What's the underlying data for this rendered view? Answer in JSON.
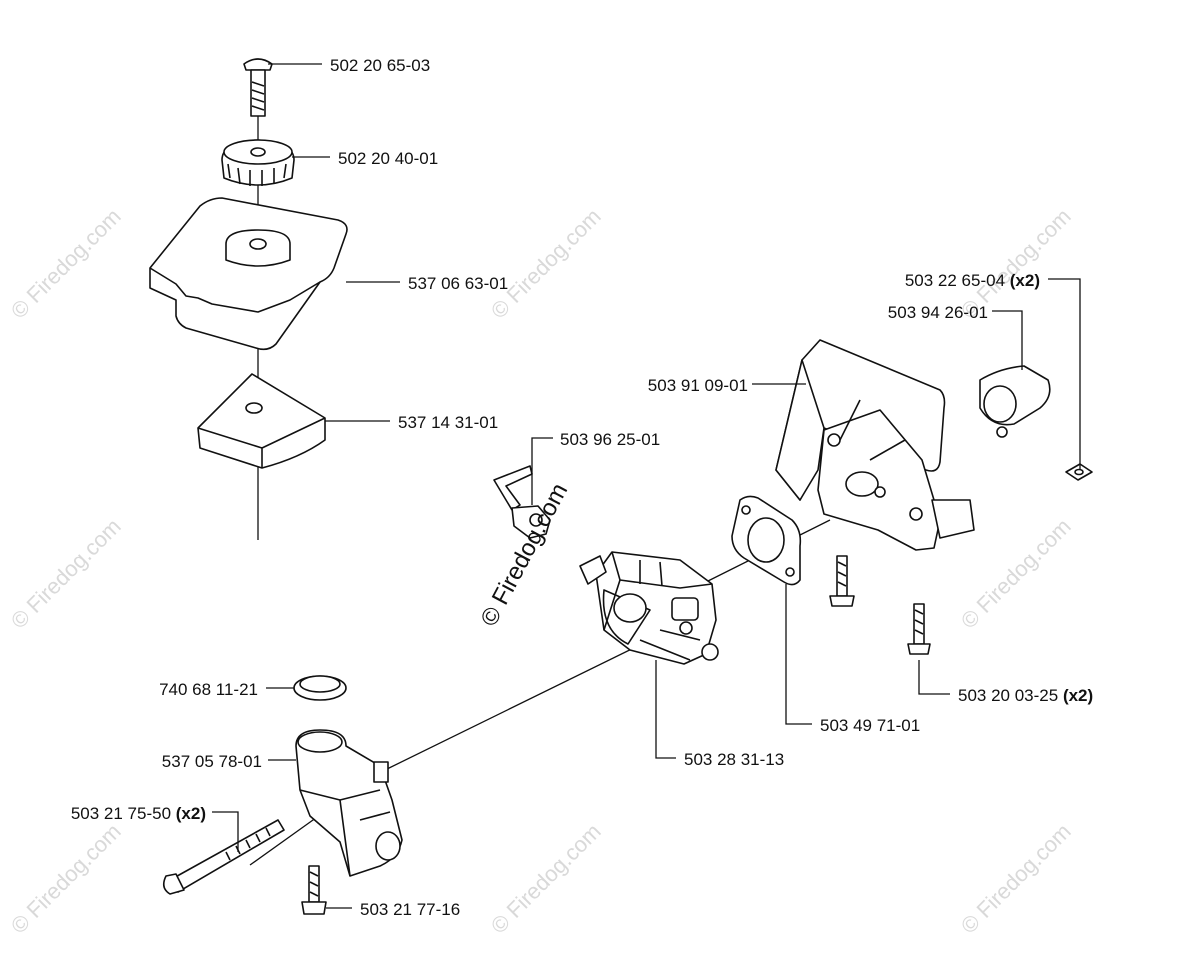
{
  "watermark": {
    "text": "© Firedog.com"
  },
  "parts": [
    {
      "id": "p1",
      "number": "502 20 65-03",
      "qty": ""
    },
    {
      "id": "p2",
      "number": "502 20 40-01",
      "qty": ""
    },
    {
      "id": "p3",
      "number": "537 06 63-01",
      "qty": ""
    },
    {
      "id": "p4",
      "number": "537 14 31-01",
      "qty": ""
    },
    {
      "id": "p5",
      "number": "503 22 65-04",
      "qty": "(x2)"
    },
    {
      "id": "p6",
      "number": "503 94 26-01",
      "qty": ""
    },
    {
      "id": "p7",
      "number": "503 91 09-01",
      "qty": ""
    },
    {
      "id": "p8",
      "number": "503 96 25-01",
      "qty": ""
    },
    {
      "id": "p9",
      "number": "740 68 11-21",
      "qty": ""
    },
    {
      "id": "p10",
      "number": "503 20 03-25",
      "qty": "(x2)"
    },
    {
      "id": "p11",
      "number": "503 49 71-01",
      "qty": ""
    },
    {
      "id": "p12",
      "number": "503 28 31-13",
      "qty": ""
    },
    {
      "id": "p13",
      "number": "537 05 78-01",
      "qty": ""
    },
    {
      "id": "p14",
      "number": "503 21 75-50",
      "qty": "(x2)"
    },
    {
      "id": "p15",
      "number": "503 21 77-16",
      "qty": ""
    }
  ]
}
